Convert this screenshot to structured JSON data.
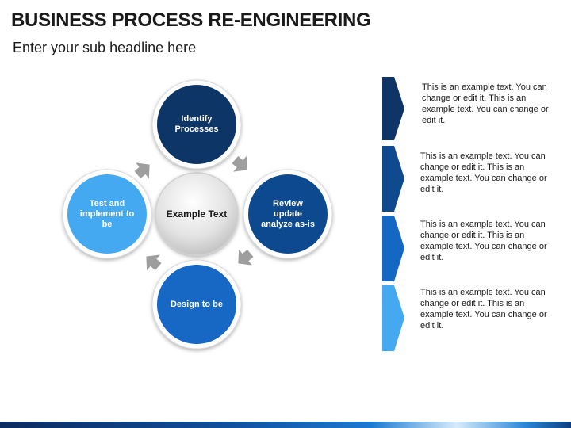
{
  "header": {
    "title": "BUSINESS PROCESS RE-ENGINEERING",
    "subtitle": "Enter your sub headline here"
  },
  "cycle": {
    "center": "Example Text",
    "steps": [
      {
        "label": "Identify\nProcesses",
        "color": "#0e3566"
      },
      {
        "label": "Review\nupdate\nanalyze as-is",
        "color": "#0f4a8f"
      },
      {
        "label": "Design to be",
        "color": "#1468c4"
      },
      {
        "label": "Test and\nimplement to\nbe",
        "color": "#45a9f2"
      }
    ],
    "arrow_color": "#9e9e9e"
  },
  "items": [
    {
      "text": "This is an example text. You can change or edit it. This is an example text. You can change or edit it.",
      "color": "#0e3566"
    },
    {
      "text": "This is an example text. You can change or edit it. This is an example text. You can change or edit it.",
      "color": "#0f4a8f"
    },
    {
      "text": "This is an example text. You can change or edit it. This is an example text. You can change or edit it.",
      "color": "#1468c4"
    },
    {
      "text": "This is an example text. You can change or edit it. This is an example text. You can change or edit it.",
      "color": "#45a9f2"
    }
  ]
}
